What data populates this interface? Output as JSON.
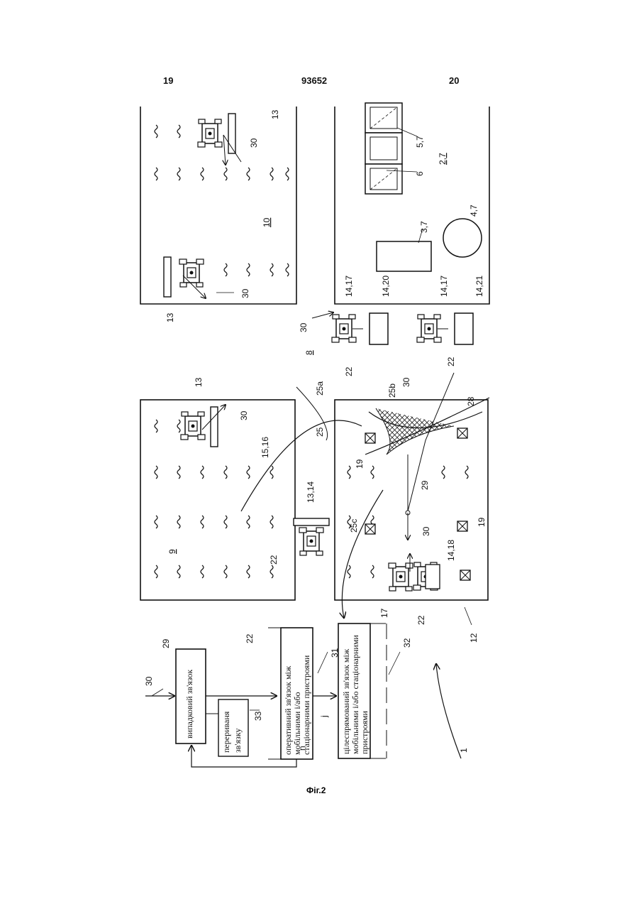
{
  "header": {
    "left_page": "19",
    "patent_number": "93652",
    "right_page": "20"
  },
  "caption": "Фіг.2",
  "blocks": {
    "b29": "випадковий зв'язок",
    "b33": [
      "перериваня",
      "зв'язку"
    ],
    "b22": [
      "оперативний зв'язок між",
      "мобільними і/або",
      "стаціонарними пристроями"
    ],
    "b32": [
      "цілеспрямований зв'язок між",
      "мобільними і/або стаціонарними",
      "пристроями"
    ],
    "n_label": "n",
    "j_label": "j"
  },
  "refs": {
    "r1": "1",
    "r2_7": "2,7",
    "r3_7": "3,7",
    "r4_7": "4,7",
    "r5_7": "5,7",
    "r6": "6",
    "r8": "8",
    "r9": "9",
    "r10": "10",
    "r12": "12",
    "r13": "13",
    "r13_14": "13,14",
    "r14_17": "14,17",
    "r14_18": "14,18",
    "r14_20": "14,20",
    "r14_21": "14,21",
    "r15_16": "15,16",
    "r17": "17",
    "r19": "19",
    "r22": "22",
    "r25": "25",
    "r25a": "25a",
    "r25b": "25b",
    "r25c": "25c",
    "r28": "28",
    "r29": "29",
    "r30": "30",
    "r31": "31",
    "r32": "32",
    "r33": "33"
  }
}
